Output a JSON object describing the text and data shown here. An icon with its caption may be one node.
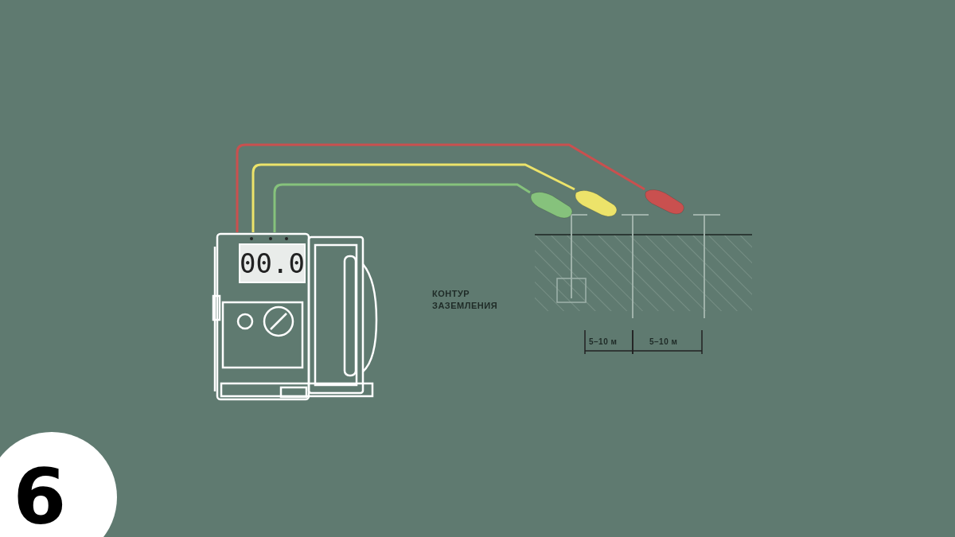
{
  "diagram": {
    "nodes": [
      {
        "text": [
          "00.0"
        ]
      },
      {
        "text": [],
        "shape": "picture"
      },
      {
        "text": [],
        "shape": "picture"
      },
      {
        "text": [],
        "shape": "picture"
      },
      {
        "text": [
          "6"
        ]
      }
    ],
    "edges": [
      {
        "from": 0,
        "to": 3,
        "arrow": "none",
        "color": "#c9504f"
      },
      {
        "from": 0,
        "to": 2,
        "arrow": "none",
        "color": "#ece36a"
      },
      {
        "from": 0,
        "to": 1,
        "arrow": "none",
        "color": "#86c27c"
      }
    ],
    "labels": [
      "КОНТУР ЗАЗЕМЛЕНИЯ",
      "5–10 м",
      "5–10 м"
    ]
  }
}
